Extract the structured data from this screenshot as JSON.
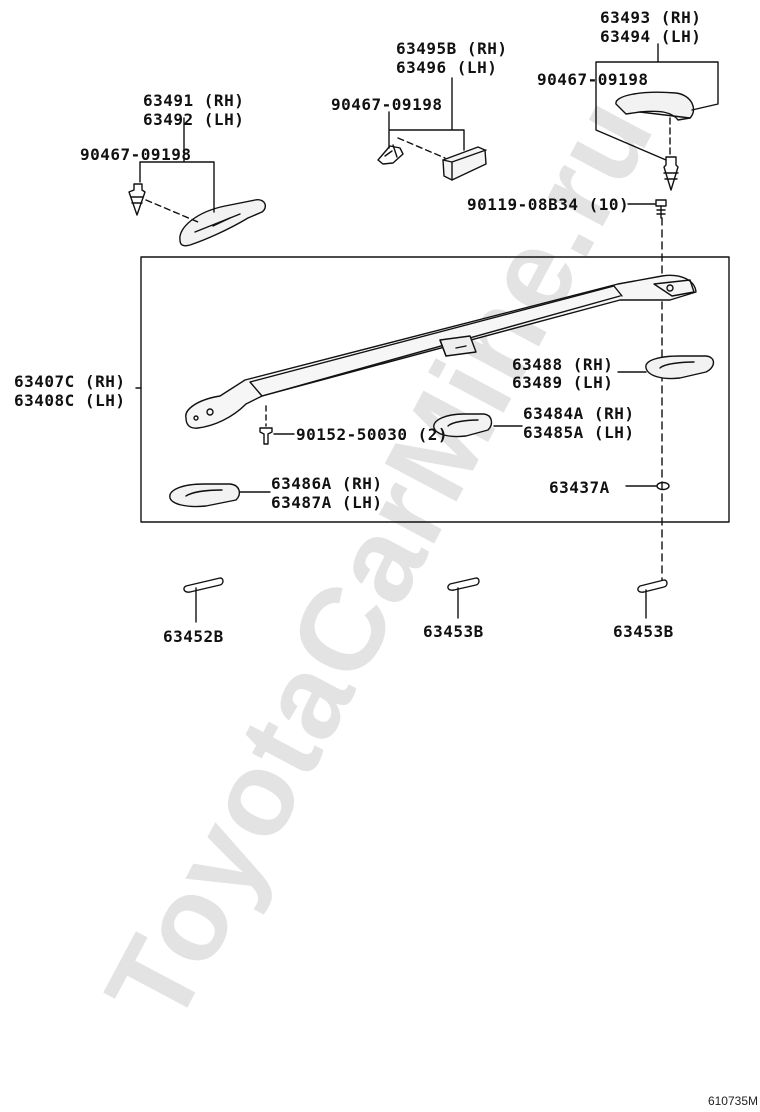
{
  "watermark": "ToyotaCarMine.ru",
  "figure_id": "610735M",
  "labels": {
    "cover_front": [
      "63491 (RH)",
      "63492 (LH)"
    ],
    "clip_a": "90467-09198",
    "cover_mid": [
      "63495B (RH)",
      "63496 (LH)"
    ],
    "clip_b": "90467-09198",
    "cover_rear": [
      "63493 (RH)",
      "63494 (LH)"
    ],
    "clip_c": "90467-09198",
    "bolt": "90119-08B34 (10)",
    "rail": [
      "63407C (RH)",
      "63408C (LH)"
    ],
    "pad_rear": [
      "63488 (RH)",
      "63489 (LH)"
    ],
    "screw": "90152-50030 (2)",
    "pad_mid": [
      "63484A (RH)",
      "63485A (LH)"
    ],
    "pad_front": [
      "63486A (RH)",
      "63487A (LH)"
    ],
    "cap": "63437A",
    "gasket_front": "63452B",
    "gasket_mid": "63453B",
    "gasket_rear": "63453B"
  }
}
